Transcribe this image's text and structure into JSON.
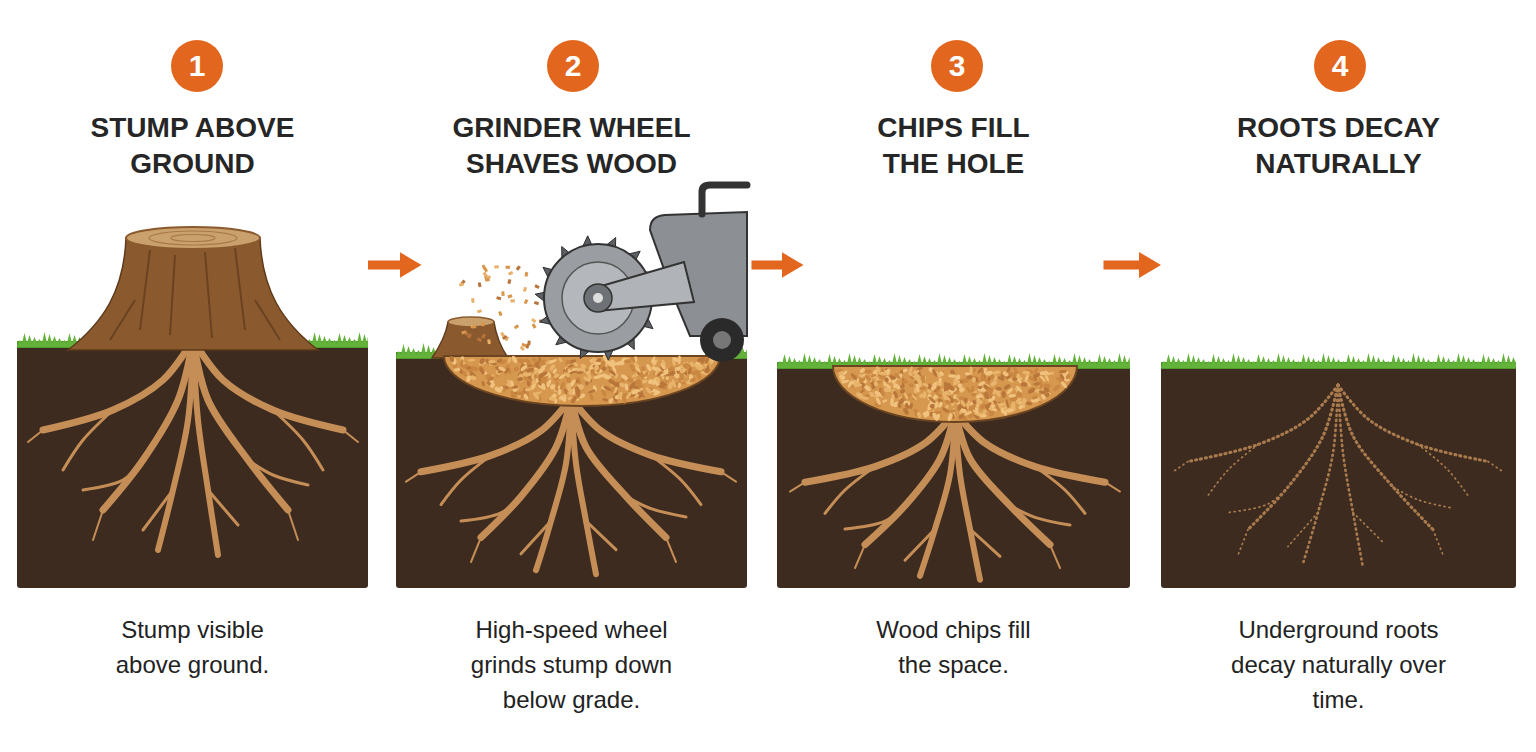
{
  "diagram": {
    "nodes": [
      {
        "text": [
          "1"
        ]
      },
      {
        "text": [
          "STUMP ABOVE GROUND",
          "Stump visible above ground."
        ]
      },
      {
        "text": [
          "2"
        ]
      },
      {
        "text": [
          "GRINDER WHEEL SHAVES WOOD",
          "High-speed wheel grinds stump down below grade."
        ]
      },
      {
        "text": [
          "3"
        ]
      },
      {
        "text": [
          "CHIPS FILL THE HOLE",
          "Wood chips fill the space."
        ]
      },
      {
        "text": [
          "4"
        ]
      },
      {
        "text": [
          "ROOTS DECAY NATURALLY",
          "Underground roots decay naturally over time."
        ]
      }
    ],
    "edges": [
      {
        "from": 1,
        "to": 3,
        "arrow": "to"
      },
      {
        "from": 3,
        "to": 5,
        "arrow": "to"
      },
      {
        "from": 5,
        "to": 7,
        "arrow": "to"
      }
    ]
  }
}
